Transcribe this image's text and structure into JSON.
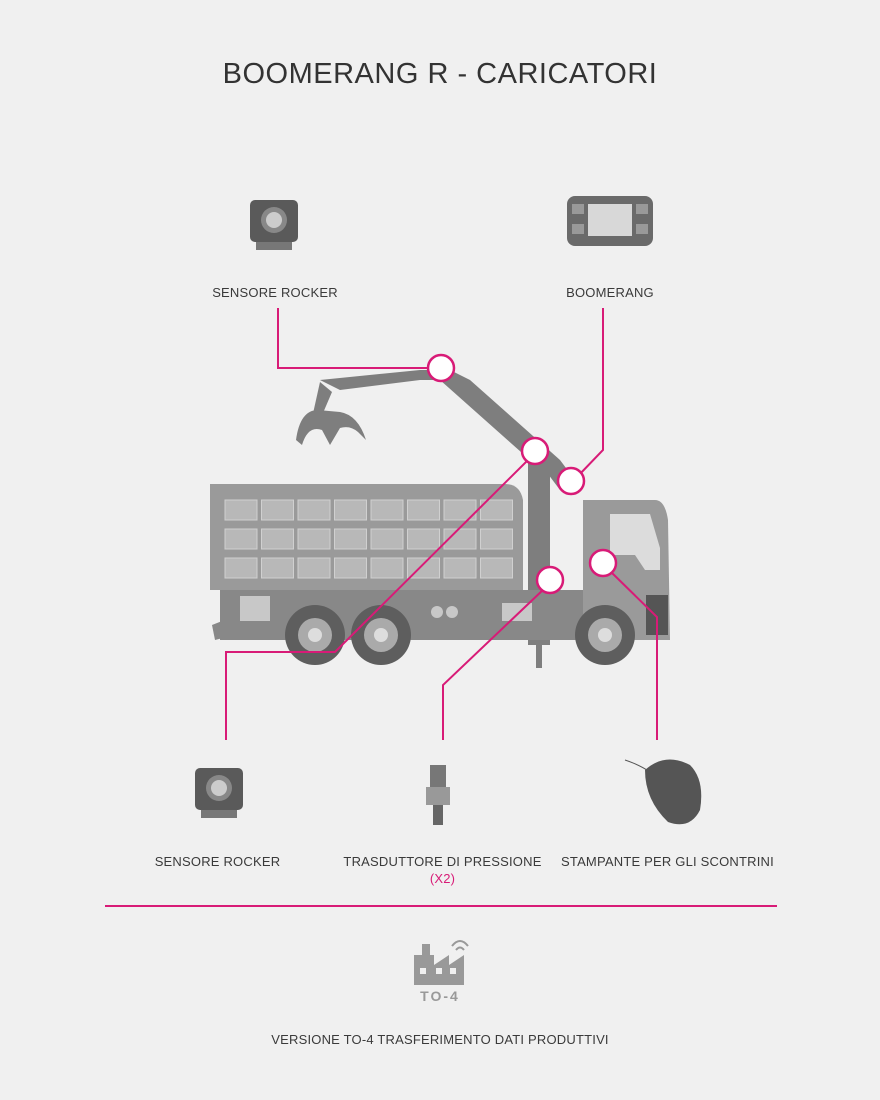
{
  "title": "BOOMERANG R - CARICATORI",
  "components": {
    "top_left": {
      "label": "SENSORE ROCKER"
    },
    "top_right": {
      "label": "BOOMERANG"
    },
    "bottom_left": {
      "label": "SENSORE ROCKER"
    },
    "bottom_center": {
      "label": "TRASDUTTORE DI PRESSIONE",
      "note": "(X2)"
    },
    "bottom_right": {
      "label": "STAMPANTE PER GLI SCONTRINI"
    }
  },
  "footer": {
    "logo_text": "TO-4",
    "label": "VERSIONE TO-4 TRASFERIMENTO DATI PRODUTTIVI"
  },
  "colors": {
    "accent": "#d81b77",
    "truck": "#8a8a8a",
    "background": "#f0f0f0"
  }
}
